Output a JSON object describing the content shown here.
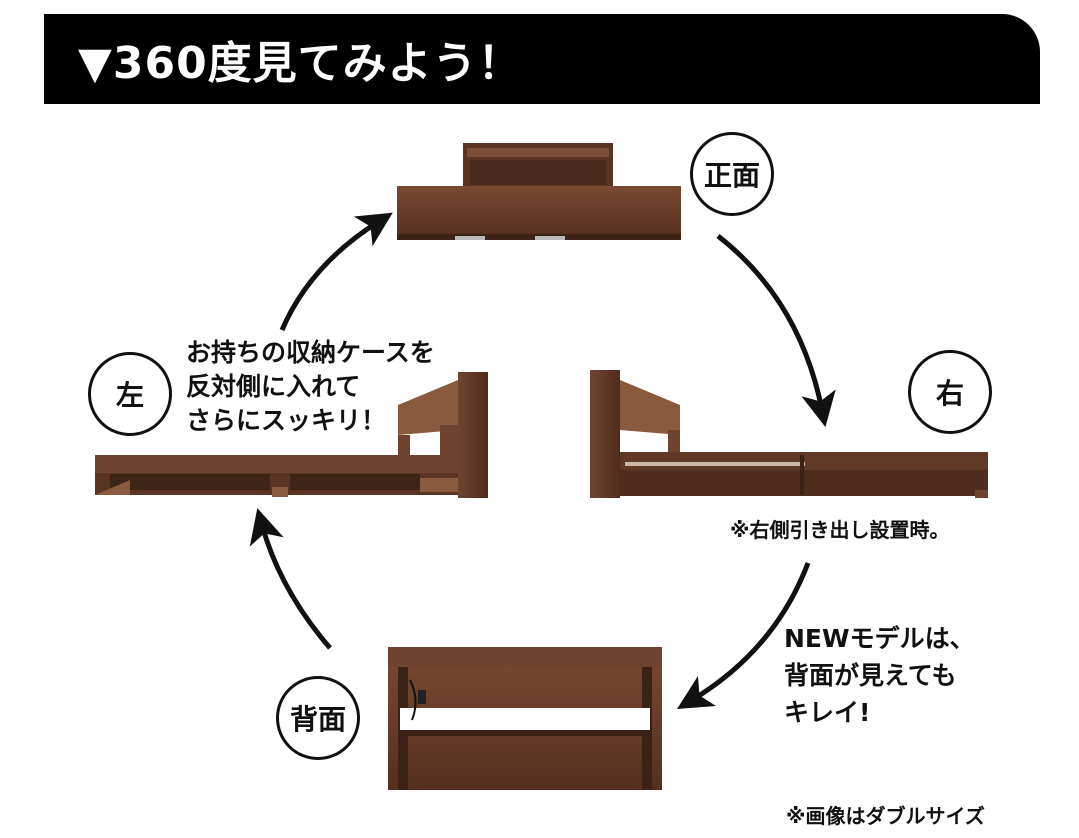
{
  "header": {
    "title": "▼360度見てみよう！"
  },
  "views": {
    "front": "正面",
    "right": "右",
    "left": "左",
    "back": "背面"
  },
  "notes": {
    "left_note": [
      "お持ちの収納ケースを",
      "反対側に入れて",
      "さらにスッキリ！"
    ],
    "right_note": "※右側引き出し設置時。",
    "back_note": [
      "NEWモデルは、",
      "背面が見えても",
      "キレイ!"
    ],
    "footnote": "※画像はダブルサイズ"
  },
  "colors": {
    "header_bg": "#000000",
    "wood_dark": "#5a3422",
    "wood_mid": "#6e4430",
    "wood_light": "#8a5a3e"
  }
}
